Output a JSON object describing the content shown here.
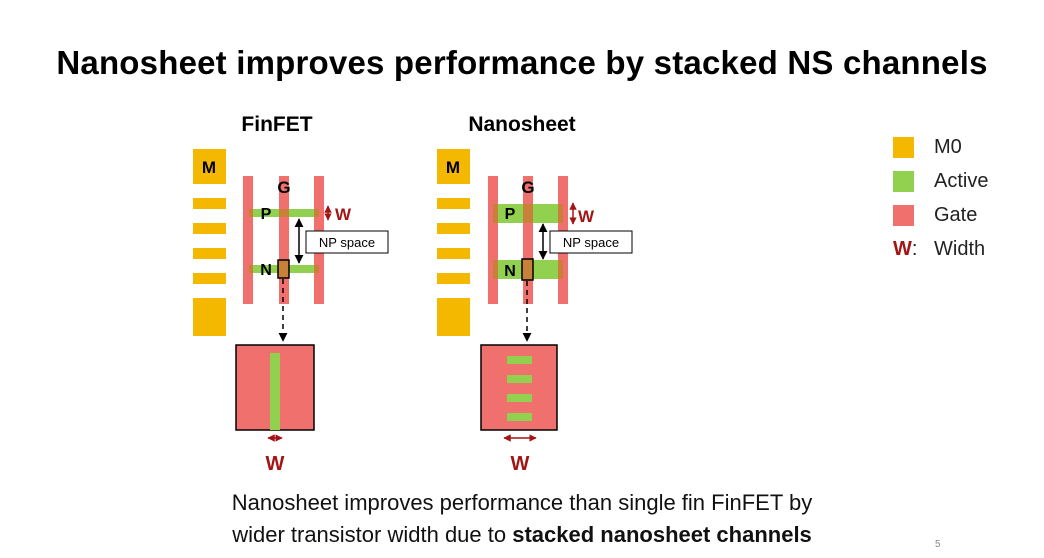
{
  "slide": {
    "title": "Nanosheet improves performance by stacked NS channels",
    "page_number": "5"
  },
  "panels": {
    "finfet": {
      "title": "FinFET",
      "m_label": "M",
      "g_label": "G",
      "p_label": "P",
      "n_label": "N",
      "w_label": "W",
      "np_space_label": "NP space",
      "bottom_w_label": "W"
    },
    "nanosheet": {
      "title": "Nanosheet",
      "m_label": "M",
      "g_label": "G",
      "p_label": "P",
      "n_label": "N",
      "w_label": "W",
      "np_space_label": "NP space",
      "bottom_w_label": "W"
    }
  },
  "legend": {
    "items": [
      {
        "label": "M0",
        "color": "#f5b800"
      },
      {
        "label": "Active",
        "color": "#92d050"
      },
      {
        "label": "Gate",
        "color": "#f0706e"
      }
    ],
    "width_symbol": "W",
    "width_separator": ":",
    "width_label": "Width"
  },
  "caption": {
    "line1": "Nanosheet improves performance than single fin FinFET by",
    "line2_prefix": "wider transistor width due to ",
    "line2_bold": "stacked nanosheet channels"
  },
  "colors": {
    "m0": "#f5b800",
    "active": "#92d050",
    "gate": "#f0706e",
    "overlap": "#c9803a",
    "width_marker": "#a31515"
  }
}
